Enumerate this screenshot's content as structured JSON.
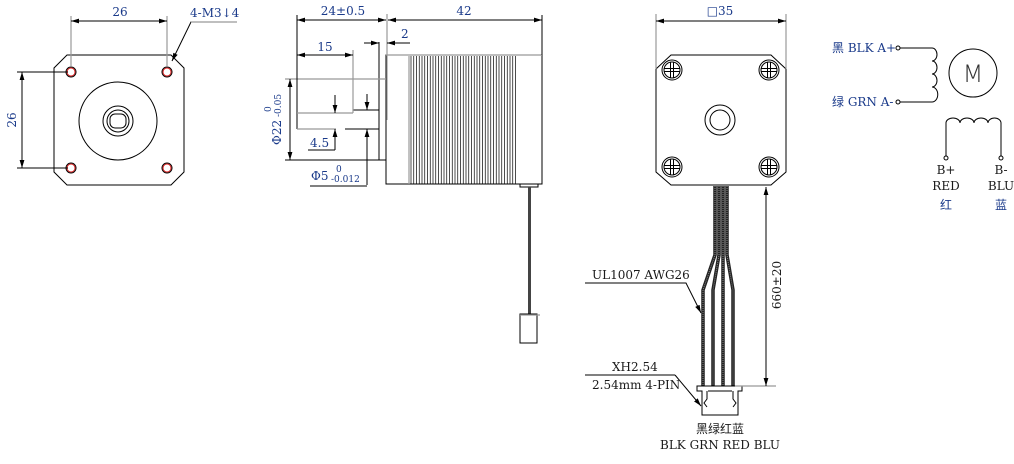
{
  "front_flange_view": {
    "dim_horizontal": "26",
    "dim_vertical": "26",
    "thread_callout": "4-M3↓4"
  },
  "side_view": {
    "dim_flange_to_shaft": "24±0.5",
    "dim_body_length": "42",
    "dim_boss_height": "2",
    "dim_shaft_15": "15",
    "dim_flat": "4.5",
    "dim_boss_diameter": "Φ22",
    "dim_boss_tol_upper": "0",
    "dim_boss_tol_lower": "-0.05",
    "dim_shaft_diameter": "Φ5",
    "dim_shaft_tol_upper": "0",
    "dim_shaft_tol_lower": "-0.012"
  },
  "rear_view": {
    "dim_square": "□35",
    "dim_lead_length": "660±20",
    "wire_spec": "UL1007 AWG26",
    "connector_type": "XH2.54",
    "connector_spec": "2.54mm 4-PIN",
    "wire_colors_cn": "黑绿红蓝",
    "wire_colors_en": "BLK GRN RED BLU"
  },
  "wiring_schematic": {
    "a_plus": "黑 BLK A+",
    "a_minus": "绿 GRN A-",
    "motor_symbol": "M",
    "b_plus": "B+",
    "b_plus_color": "RED",
    "b_plus_cn": "红",
    "b_minus": "B-",
    "b_minus_color": "BLU",
    "b_minus_cn": "蓝"
  }
}
